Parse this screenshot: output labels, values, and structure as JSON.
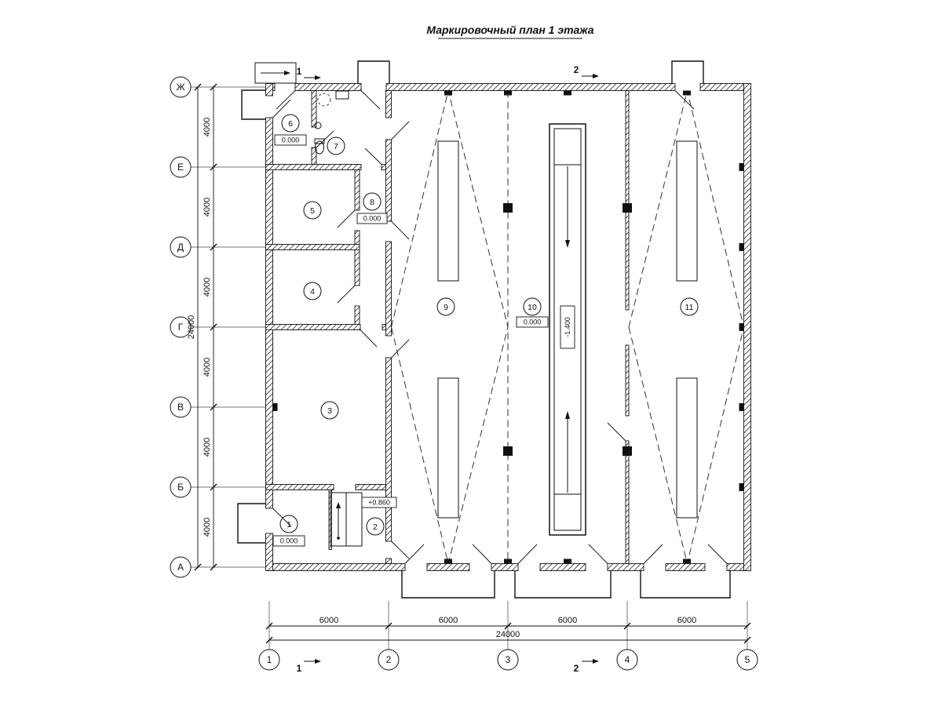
{
  "title": "Маркировочный план 1 этажа",
  "axes": {
    "rows": [
      "Ж",
      "Е",
      "Д",
      "Г",
      "В",
      "Б",
      "А"
    ],
    "cols": [
      "1",
      "2",
      "3",
      "4",
      "5"
    ]
  },
  "dimensions": {
    "left_segments": [
      "4000",
      "4000",
      "4000",
      "4000",
      "4000",
      "4000"
    ],
    "left_total": "24000",
    "bottom_segments": [
      "6000",
      "6000",
      "6000",
      "6000"
    ],
    "bottom_total": "24000"
  },
  "rooms": [
    "1",
    "2",
    "3",
    "4",
    "5",
    "6",
    "7",
    "8",
    "9",
    "10",
    "11"
  ],
  "elevations": {
    "room1": "0.000",
    "room2": "+0.860",
    "room6": "0.000",
    "room8": "0.000",
    "room10": "0.000",
    "pit": "-1.400"
  },
  "section_marks": {
    "s1": "1",
    "s2": "2"
  }
}
